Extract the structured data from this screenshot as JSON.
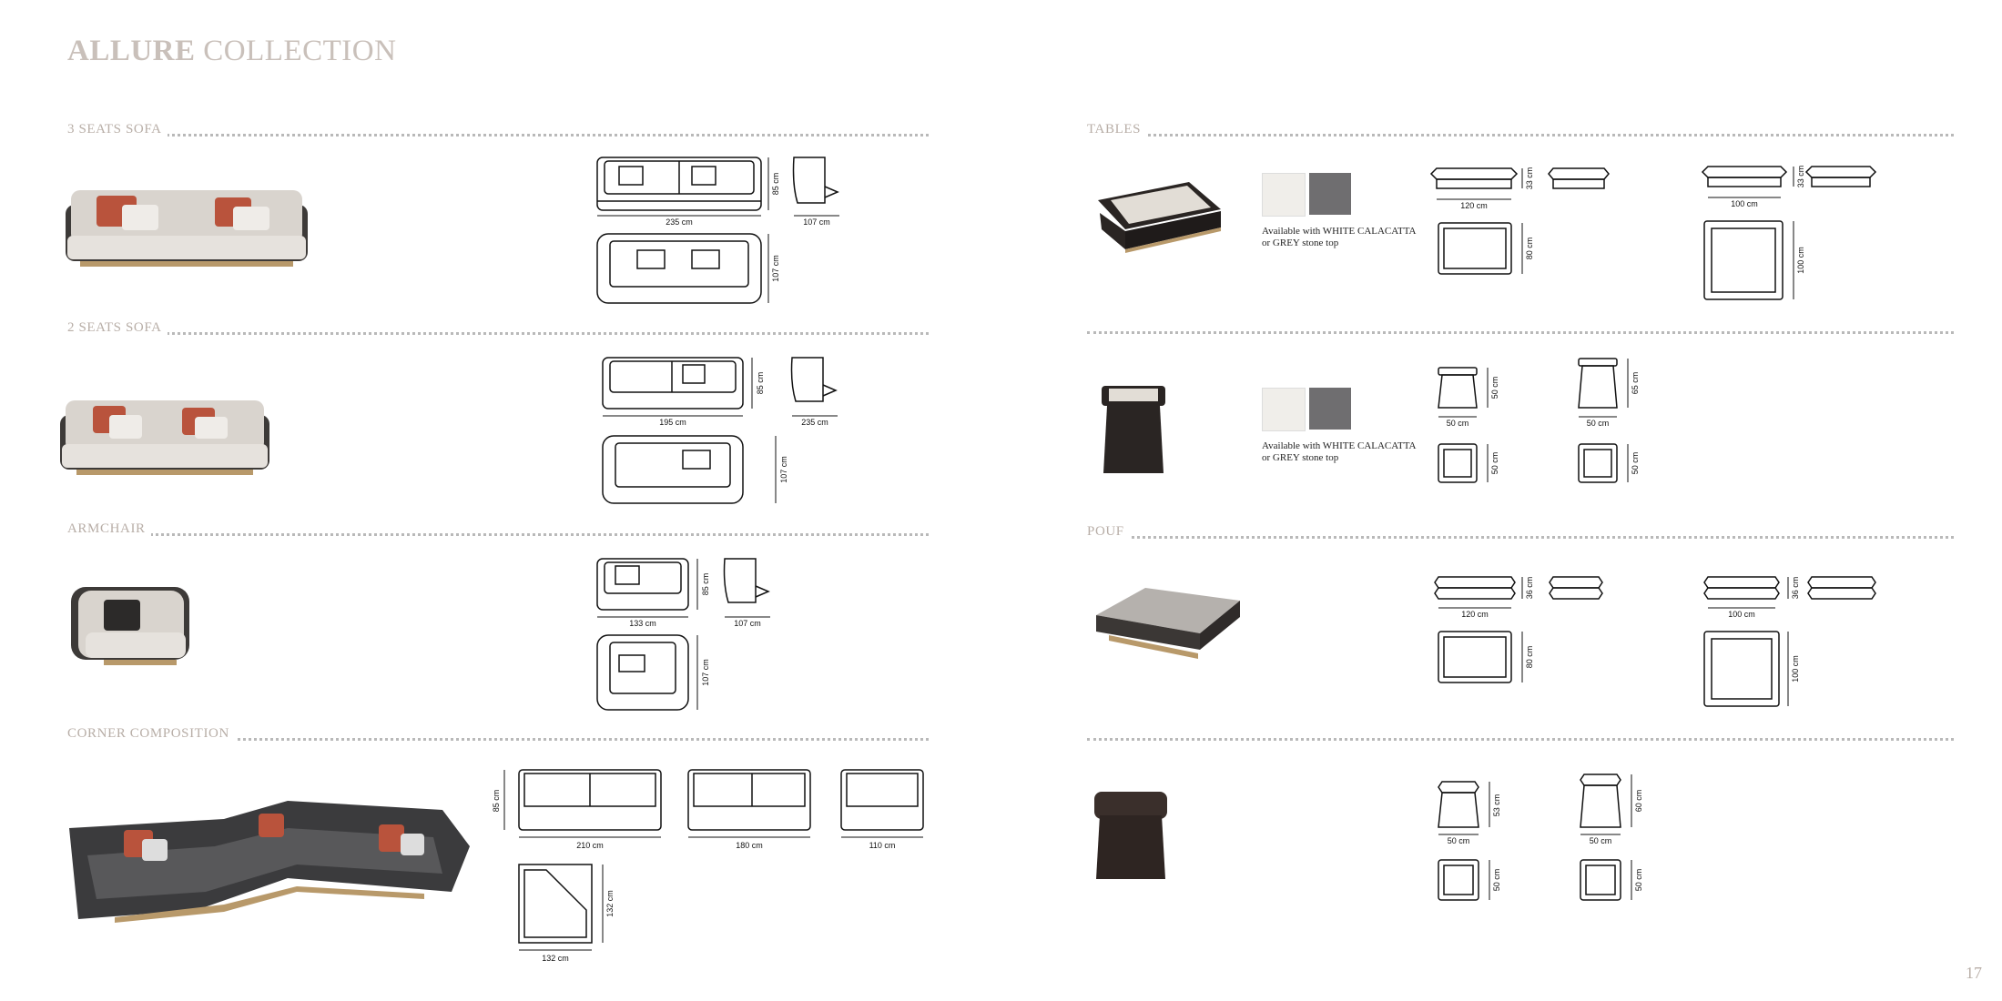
{
  "header": {
    "title_bold": "ALLURE",
    "title_rest": " COLLECTION"
  },
  "page_number": "17",
  "left": {
    "sections": [
      {
        "label": "3 SEATS SOFA",
        "dims": {
          "width": "235 cm",
          "depth": "107 cm",
          "height": "85 cm",
          "depth_v": "107 cm"
        }
      },
      {
        "label": "2 SEATS SOFA",
        "dims": {
          "width": "195 cm",
          "depth": "235 cm",
          "height": "85 cm",
          "depth_v": "107 cm"
        }
      },
      {
        "label": "ARMCHAIR",
        "dims": {
          "width": "133 cm",
          "depth": "107 cm",
          "height": "85 cm",
          "depth_v": "107 cm"
        }
      },
      {
        "label": "CORNER COMPOSITION",
        "dims": {
          "height": "85 cm",
          "w1": "210 cm",
          "w2": "180 cm",
          "w3": "110 cm",
          "corner_w": "132 cm",
          "corner_h": "132 cm"
        }
      }
    ]
  },
  "right": {
    "tables_label": "TABLES",
    "pouf_label": "POUF",
    "availability_text_line1": "Available with WHITE CALACATTA",
    "availability_text_line2": "or GREY stone top",
    "coffee_tables": {
      "rect_w": "120 cm",
      "rect_h": "33 cm",
      "rect_d": "80 cm",
      "sq_w": "100 cm",
      "sq_h": "33 cm",
      "sq_d": "100 cm"
    },
    "side_tables": {
      "a_w": "50 cm",
      "a_h": "50 cm",
      "a_d": "50 cm",
      "b_w": "50 cm",
      "b_h": "65 cm",
      "b_d": "50 cm"
    },
    "poufs": {
      "rect_w": "120 cm",
      "rect_h": "36 cm",
      "rect_d": "80 cm",
      "sq_w": "100 cm",
      "sq_h": "36 cm",
      "sq_d": "100 cm"
    },
    "small_poufs": {
      "a_w": "50 cm",
      "a_h": "53 cm",
      "a_d": "50 cm",
      "b_w": "50 cm",
      "b_h": "60 cm",
      "b_d": "50 cm"
    }
  },
  "colors": {
    "label": "#b8aea7",
    "accent_cushion": "#b9533c",
    "sofa_light": "#d9d4ce",
    "sofa_dark": "#3b3b3d",
    "gold_base": "#b8996a"
  }
}
